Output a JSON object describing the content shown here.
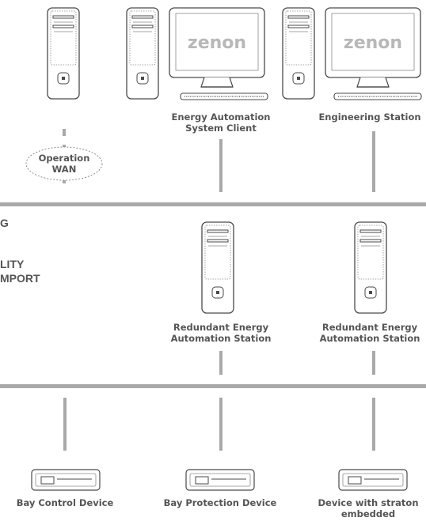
{
  "brand": "zenon",
  "wan": {
    "line1": "Operation",
    "line2": "WAN"
  },
  "labels": {
    "eas_client_1": "Energy Automation",
    "eas_client_2": "System Client",
    "engineering": "Engineering Station",
    "redundant_a_1": "Redundant Energy",
    "redundant_a_2": "Automation Station",
    "redundant_b_1": "Redundant Energy",
    "redundant_b_2": "Automation Station",
    "bay_control": "Bay Control Device",
    "bay_protection": "Bay Protection Device",
    "straton_1": "Device with straton",
    "straton_2": "embedded"
  },
  "side": {
    "line1": "G",
    "line2": "LITY",
    "line3": "MPORT"
  },
  "colors": {
    "line": "#a9a9a9",
    "stroke": "#4a4a4a",
    "label": "#555555",
    "brand": "#b8b8b8"
  }
}
